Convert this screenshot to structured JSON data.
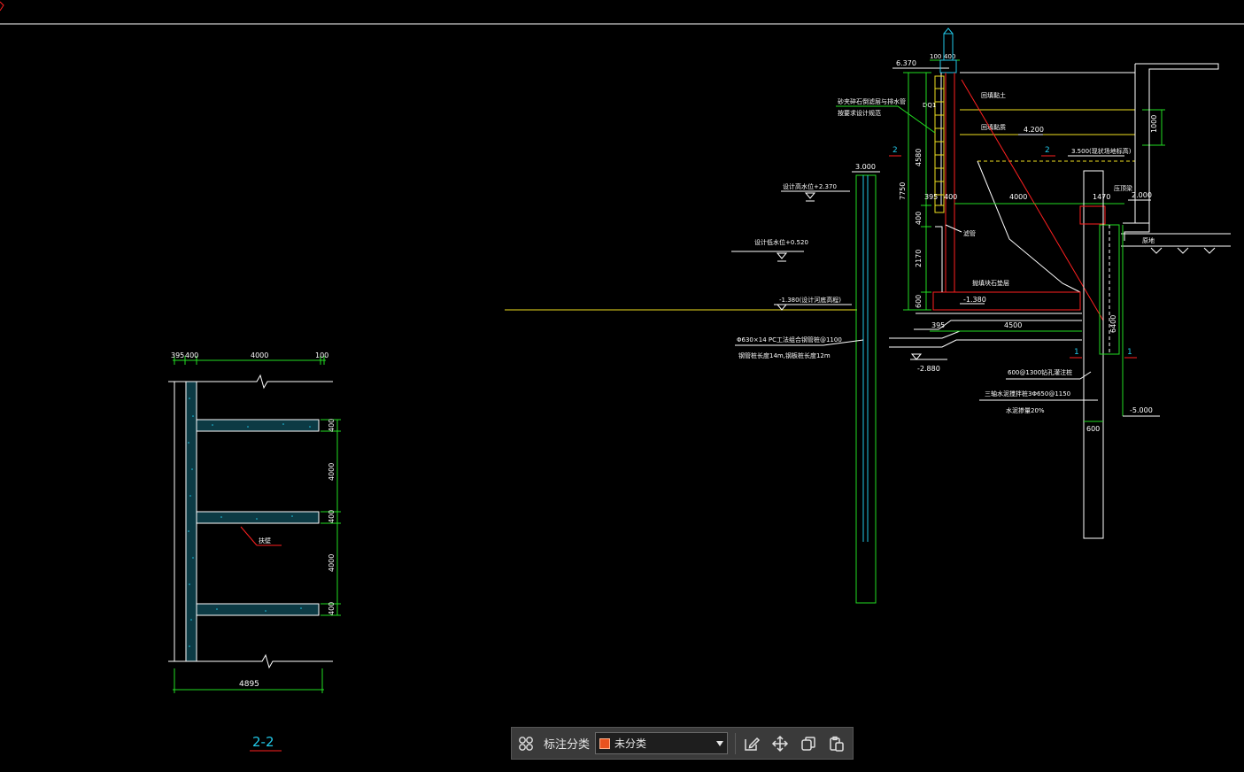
{
  "colors": {
    "background": "#000000",
    "line_white": "#ffffff",
    "line_green": "#22dd22",
    "line_red": "#ff2020",
    "line_yellow": "#f0e020",
    "line_cyan": "#22c8e8",
    "toolbar_bg": "#3a3a3a",
    "swatch": "#e8531f"
  },
  "section_left": {
    "dims_top": [
      "395",
      "400",
      "4000",
      "100"
    ],
    "dims_right": [
      "400",
      "4000",
      "400",
      "4000",
      "400"
    ],
    "dim_bottom": "4895",
    "leader": "扶壁",
    "title": "2-2"
  },
  "section_right": {
    "elev_top": "6.370",
    "dims_top": [
      "100",
      "400"
    ],
    "label_dq": "DQ1",
    "note_fill": [
      "砂夹碎石倒滤层与排水管",
      "按要求设计规范"
    ],
    "label_fill_soil": "回填黏土",
    "label_backfill": "回填黏质",
    "elev_4200": "4.200",
    "elev_3500": "3.500(现状场地标高)",
    "section_mark": "2",
    "dim_1000": "1000",
    "dims_vertical": [
      "7750",
      "4580",
      "400",
      "2170",
      "600"
    ],
    "dims_wall": [
      "395",
      "400"
    ],
    "dim_4000": "4000",
    "dim_1470": "1470",
    "label_top_pile": "压顶梁",
    "elev_2000": "2.000",
    "elev_3000": "3.000",
    "label_design_high": "设计高水位+2.370",
    "label_design_low": "设计低水位+0.520",
    "label_ground": "原地",
    "label_drain": "滤管",
    "label_stone": "抛填块石垫层",
    "elev_minus1380": "-1.380",
    "elev_minus1380_river": "-1.380(设计河底高程)",
    "dim_395b": "395",
    "dim_4500": "4500",
    "pile_note": [
      "Φ630×14 PC工法组合钢管桩@1100",
      "钢管桩长度14m,钢板桩长度12m"
    ],
    "elev_minus2880": "-2.880",
    "cut_mark": "1",
    "pile_600": "600@1300钻孔灌注桩",
    "mixing_pile": "三轴水泥搅拌桩3Φ650@1150",
    "cement_ratio": "水泥掺量20%",
    "elev_minus5000": "-5.000",
    "dim_6400": "6400",
    "dim_600": "600"
  },
  "toolbar": {
    "label": "标注分类",
    "select_value": "未分类",
    "icons": [
      "grid-icon",
      "edit-icon",
      "move-icon",
      "copy-icon",
      "paste-icon"
    ]
  }
}
